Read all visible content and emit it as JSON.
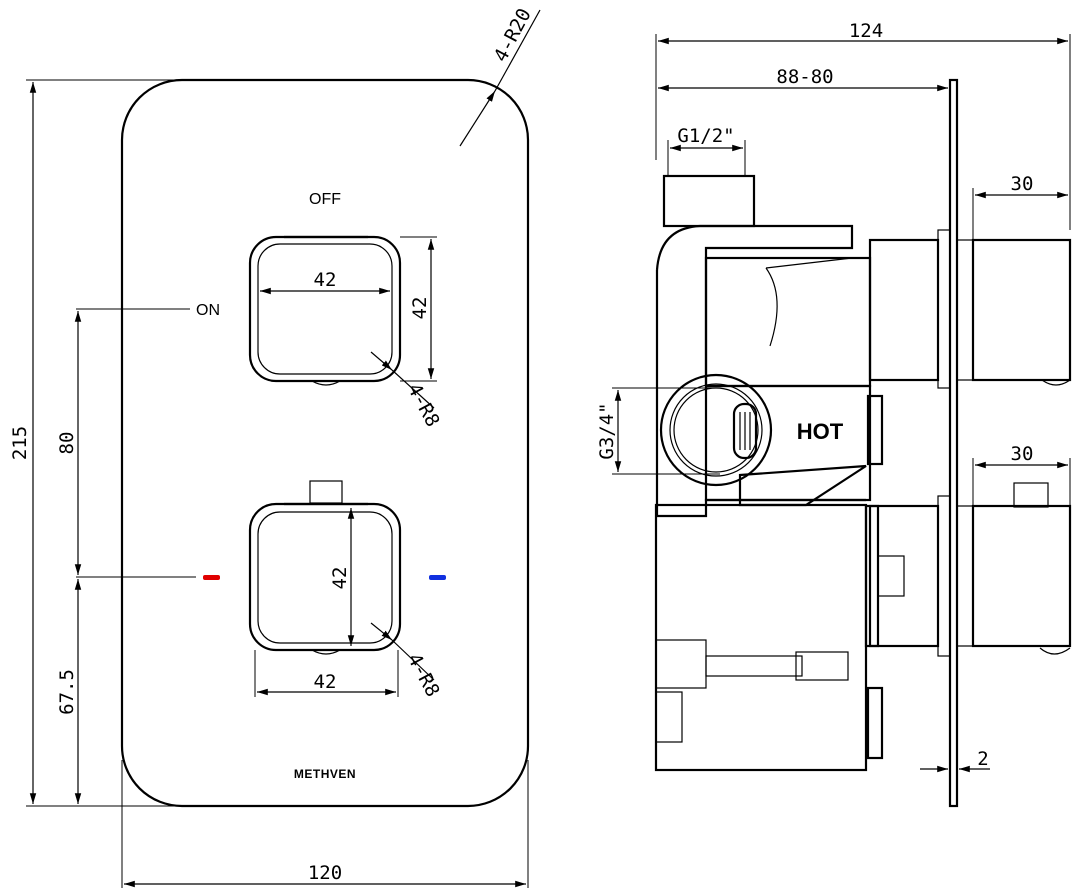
{
  "front": {
    "overall_height": "215",
    "overall_width": "120",
    "corner_radius": "4-R20",
    "off_label": "OFF",
    "on_label": "ON",
    "handle_top_width": "42",
    "handle_top_height": "42",
    "handle_top_radius": "4-R8",
    "handle_bottom_width": "42",
    "handle_bottom_height": "42",
    "handle_bottom_radius": "4-R8",
    "dim_80": "80",
    "dim_67_5": "67.5",
    "brand": "METHVEN",
    "hot_color": "#e00000",
    "cold_color": "#1030e0"
  },
  "side": {
    "overall_depth": "124",
    "body_depth": "88-80",
    "inlet_thread": "G1/2\"",
    "outlet_thread": "G3/4\"",
    "hot_label": "HOT",
    "top_handle_depth": "30",
    "bottom_handle_depth": "30",
    "plate_thickness": "2"
  }
}
